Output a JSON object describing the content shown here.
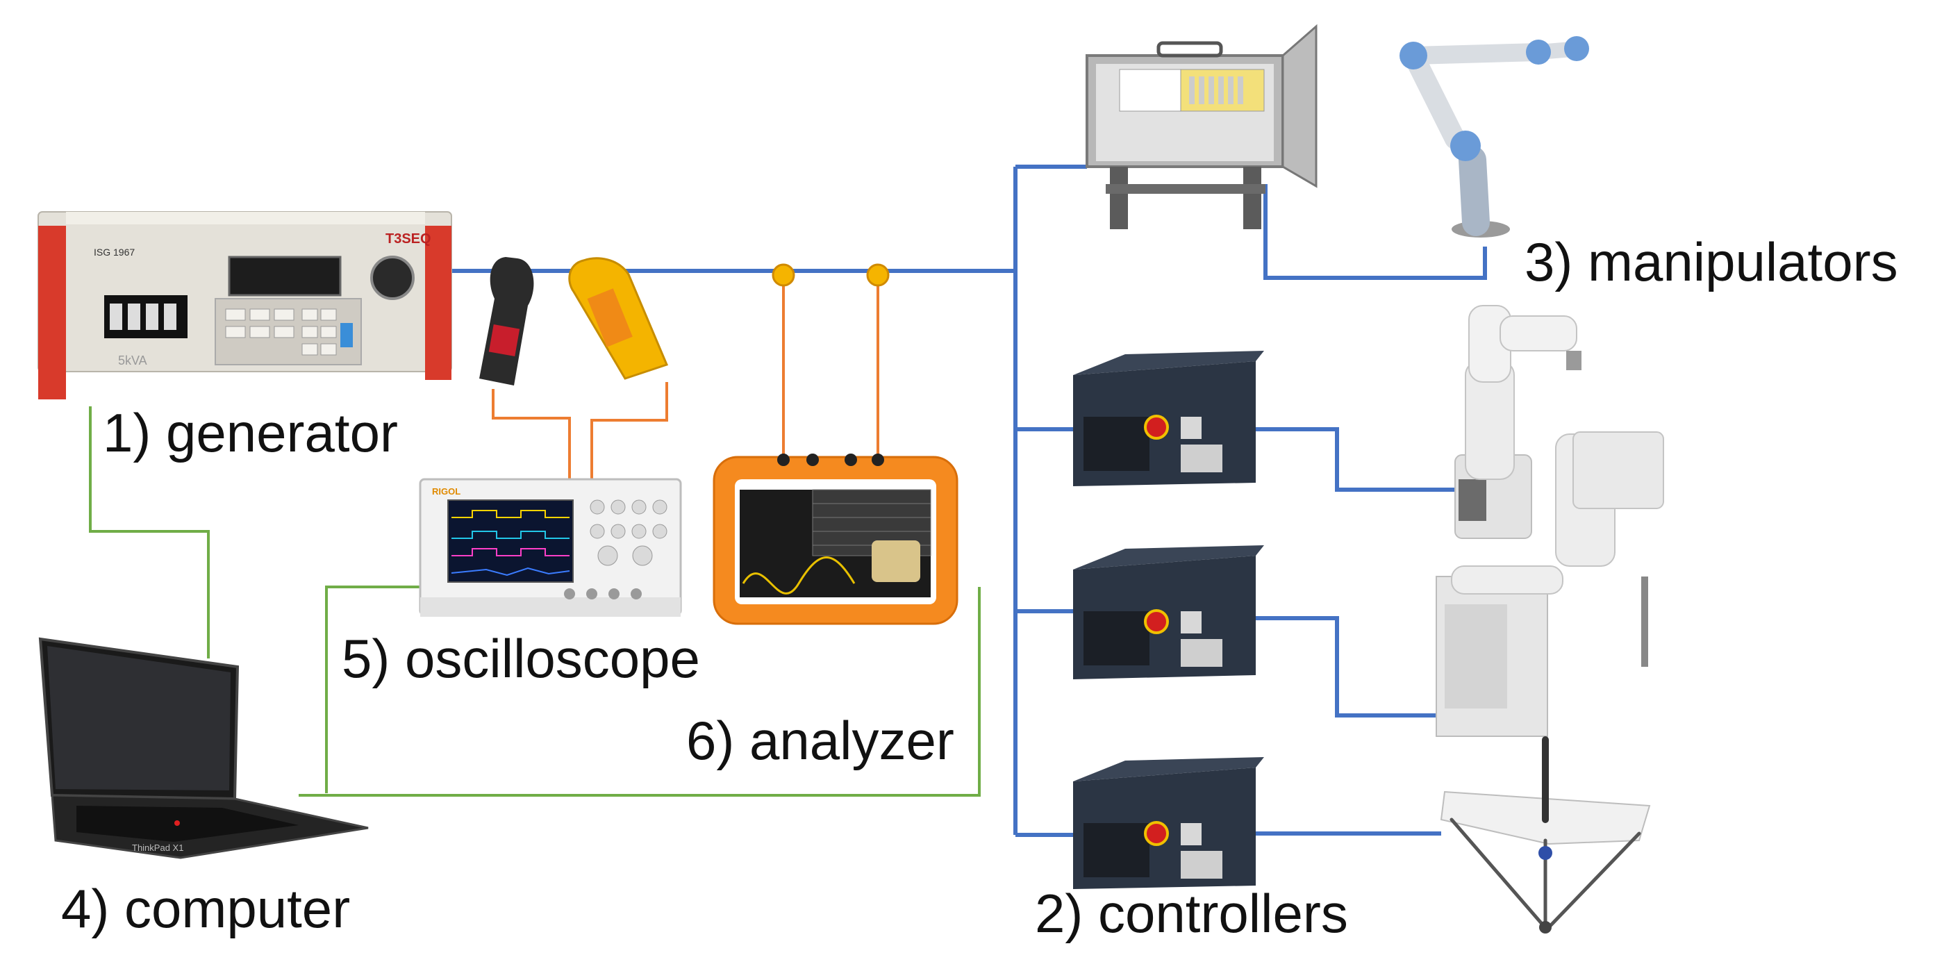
{
  "labels": {
    "generator": "1) generator",
    "controllers": "2) controllers",
    "manipulators": "3) manipulators",
    "computer": "4) computer",
    "oscilloscope": "5) oscilloscope",
    "analyzer": "6) analyzer"
  },
  "device_text": {
    "generator_brand": "T3SEQ",
    "generator_model": "ISG 1967",
    "generator_rating": "5kVA",
    "oscilloscope_brand": "RIGOL",
    "laptop_brand": "ThinkPad X1"
  },
  "colors": {
    "power_line": "#4472c4",
    "probe_line": "#ed7d31",
    "data_line": "#70ad47",
    "probe_node": "#f5b400",
    "generator_red": "#d83a2b",
    "analyzer_orange": "#f58a1f"
  }
}
